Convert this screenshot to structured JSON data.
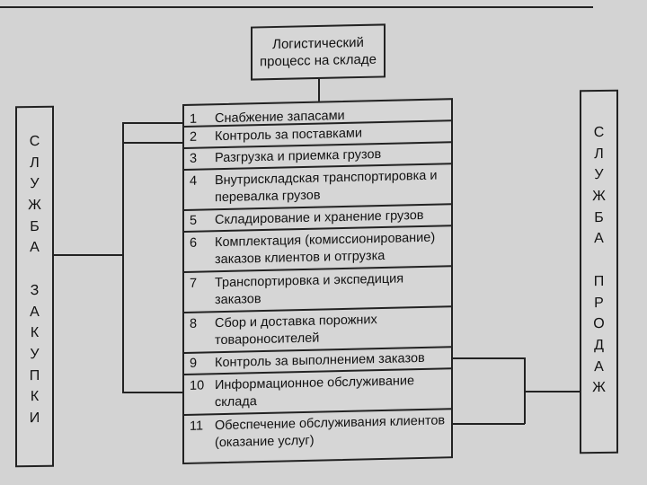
{
  "title": "Логистический процесс на складе",
  "left_service": {
    "label": "СЛУЖБА ЗАКУПКИ",
    "chars": [
      "С",
      "Л",
      "У",
      "Ж",
      "Б",
      "А",
      " ",
      "З",
      "А",
      "К",
      "У",
      "П",
      "К",
      "И"
    ]
  },
  "right_service": {
    "label": "СЛУЖБА ПРОДАЖ",
    "chars": [
      "С",
      "Л",
      "У",
      "Ж",
      "Б",
      "А",
      " ",
      "П",
      "Р",
      "О",
      "Д",
      "А",
      "Ж"
    ]
  },
  "steps": [
    {
      "num": "1",
      "text": "Снабжение запасами"
    },
    {
      "num": "2",
      "text": "Контроль за поставками"
    },
    {
      "num": "3",
      "text": "Разгрузка и приемка грузов"
    },
    {
      "num": "4",
      "text": "Внутрискладская транспортировка и перевалка грузов"
    },
    {
      "num": "5",
      "text": "Складирование и хранение грузов"
    },
    {
      "num": "6",
      "text": "Комплектация (комиссионирование) заказов клиентов и отгрузка"
    },
    {
      "num": "7",
      "text": "Транспортировка и экспедиция заказов"
    },
    {
      "num": "8",
      "text": "Сбор и доставка порожних товароносителей"
    },
    {
      "num": "9",
      "text": "Контроль за выполнением заказов"
    },
    {
      "num": "10",
      "text": "Информационное обслуживание склада"
    },
    {
      "num": "11",
      "text": "Обеспечение обслуживания клиентов (оказание услуг)"
    }
  ]
}
